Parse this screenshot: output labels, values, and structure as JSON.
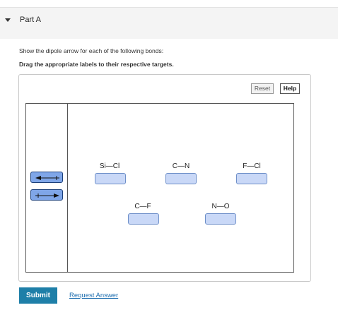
{
  "part": {
    "title": "Part A"
  },
  "instructions": {
    "line1": "Show the dipole arrow for each of the following bonds:",
    "line2": "Drag the appropriate labels to their respective targets."
  },
  "toolbar": {
    "reset_label": "Reset",
    "help_label": "Help"
  },
  "labels": [
    {
      "name": "left-pointing-dipole-arrow",
      "direction": "left"
    },
    {
      "name": "right-pointing-dipole-arrow",
      "direction": "right"
    }
  ],
  "bonds": {
    "si_cl": "Si—Cl",
    "c_n": "C—N",
    "f_cl": "F—Cl",
    "c_f": "C—F",
    "n_o": "N—O"
  },
  "colors": {
    "label_fill": "#7fa6e8",
    "target_fill": "#c9d8f7",
    "submit": "#1e7fa8",
    "link": "#1f6fb0"
  },
  "actions": {
    "submit_label": "Submit",
    "request_answer_label": "Request Answer"
  }
}
